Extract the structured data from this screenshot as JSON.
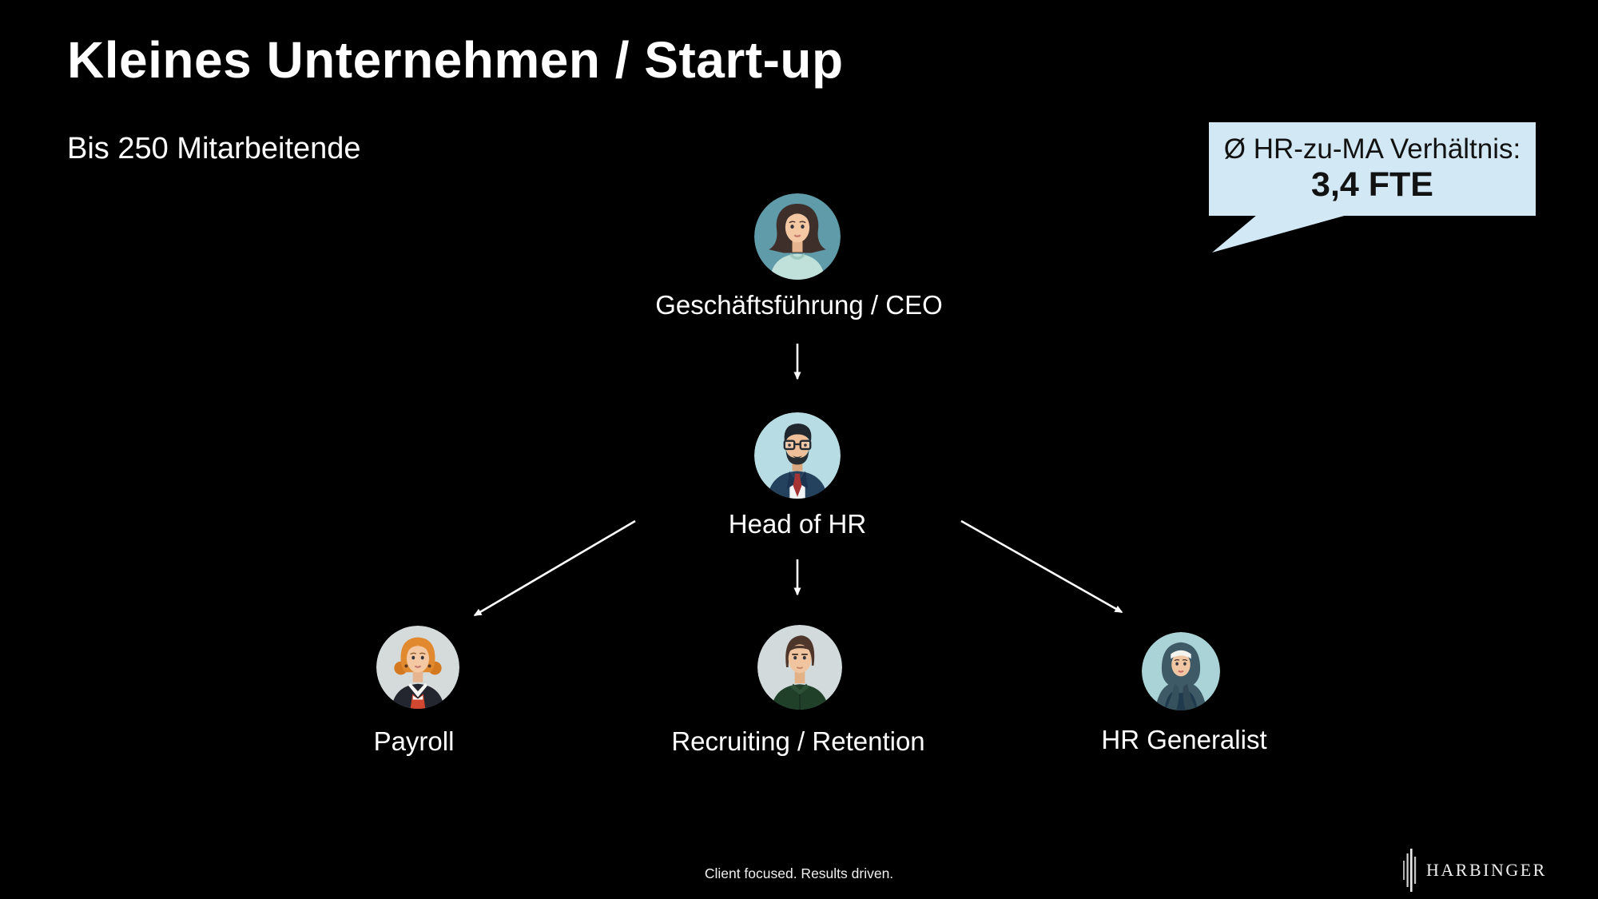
{
  "slide": {
    "title": "Kleines Unternehmen / Start-up",
    "subtitle": "Bis 250 Mitarbeitende",
    "background_color": "#000000",
    "text_color": "#ffffff"
  },
  "callout": {
    "line1": "Ø HR-zu-MA Verhältnis:",
    "line2": "3,4 FTE",
    "background_color": "#D3E8F5",
    "text_color": "#121212",
    "shape": "speech-bubble-tail-bottom-left"
  },
  "org_chart": {
    "type": "org-tree",
    "arrow_color": "#ffffff",
    "nodes": [
      {
        "id": "ceo",
        "label": "Geschäftsführung / CEO",
        "avatar_icon": "woman-darkhair-avatar"
      },
      {
        "id": "head_of_hr",
        "label": "Head of HR",
        "avatar_icon": "man-beard-glasses-suit-avatar"
      },
      {
        "id": "payroll",
        "label": "Payroll",
        "avatar_icon": "woman-orangehair-avatar"
      },
      {
        "id": "recruiting",
        "label": "Recruiting / Retention",
        "avatar_icon": "man-greenshirt-avatar"
      },
      {
        "id": "hr_generalist",
        "label": "HR Generalist",
        "avatar_icon": "woman-hijab-avatar"
      }
    ],
    "edges": [
      {
        "from": "ceo",
        "to": "head_of_hr"
      },
      {
        "from": "head_of_hr",
        "to": "payroll"
      },
      {
        "from": "head_of_hr",
        "to": "recruiting"
      },
      {
        "from": "head_of_hr",
        "to": "hr_generalist"
      }
    ]
  },
  "footer": {
    "tagline": "Client focused. Results driven.",
    "brand": "HARBINGER"
  }
}
